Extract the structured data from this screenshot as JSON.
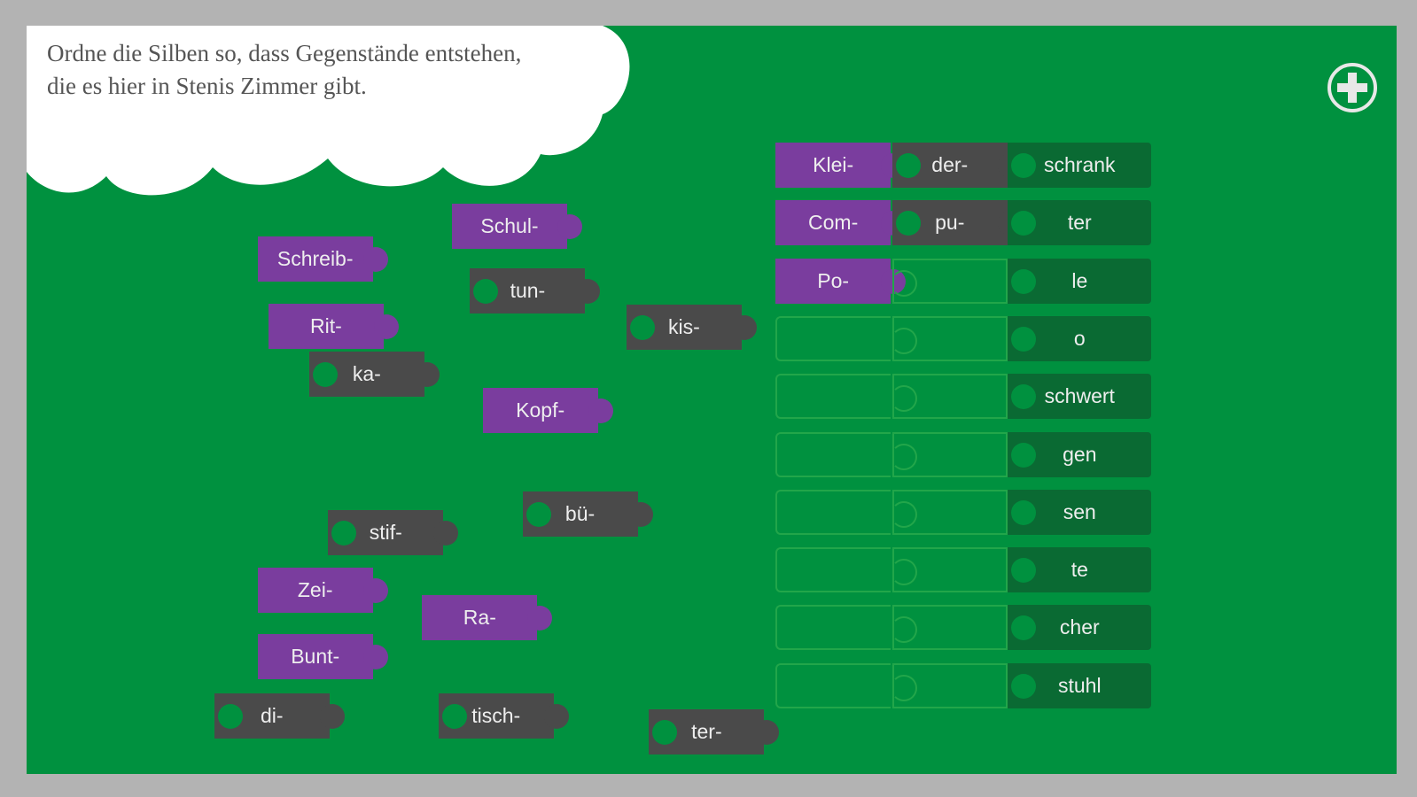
{
  "instruction": "Ordne die Silben so, dass Gegenstände entstehen, die es hier in Stenis Zimmer gibt.",
  "colors": {
    "background": "#00913f",
    "first_syllable": "#7a3d9e",
    "middle_syllable": "#4a4a4a",
    "last_syllable": "#0a6a33"
  },
  "add_button_icon": "plus-circle-icon",
  "loose_pieces": [
    {
      "text": "Schul-",
      "type": "first"
    },
    {
      "text": "Schreib-",
      "type": "first"
    },
    {
      "text": "tun-",
      "type": "middle"
    },
    {
      "text": "Rit-",
      "type": "first"
    },
    {
      "text": "kis-",
      "type": "middle"
    },
    {
      "text": "ka-",
      "type": "middle"
    },
    {
      "text": "Kopf-",
      "type": "first"
    },
    {
      "text": "bü-",
      "type": "middle"
    },
    {
      "text": "stif-",
      "type": "middle"
    },
    {
      "text": "Zei-",
      "type": "first"
    },
    {
      "text": "Ra-",
      "type": "first"
    },
    {
      "text": "Bunt-",
      "type": "first"
    },
    {
      "text": "di-",
      "type": "middle"
    },
    {
      "text": "tisch-",
      "type": "middle"
    },
    {
      "text": "ter-",
      "type": "middle"
    }
  ],
  "rows": [
    {
      "first": "Klei-",
      "middle": "der-",
      "last": "schrank"
    },
    {
      "first": "Com-",
      "middle": "pu-",
      "last": "ter"
    },
    {
      "first": "Po-",
      "middle": null,
      "last": "le"
    },
    {
      "first": null,
      "middle": null,
      "last": "o"
    },
    {
      "first": null,
      "middle": null,
      "last": "schwert"
    },
    {
      "first": null,
      "middle": null,
      "last": "gen"
    },
    {
      "first": null,
      "middle": null,
      "last": "sen"
    },
    {
      "first": null,
      "middle": null,
      "last": "te"
    },
    {
      "first": null,
      "middle": null,
      "last": "cher"
    },
    {
      "first": null,
      "middle": null,
      "last": "stuhl"
    }
  ]
}
